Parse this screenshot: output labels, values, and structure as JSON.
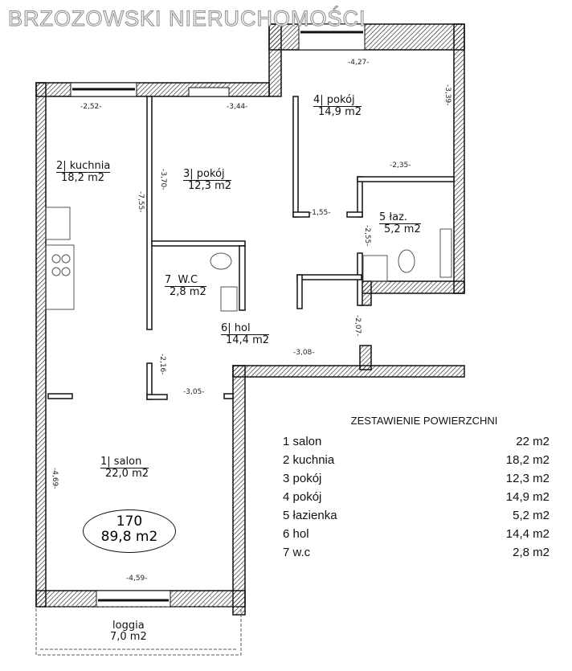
{
  "watermark": "BRZOZOWSKI NIERUCHOMOŚCI",
  "rooms": [
    {
      "num": "1",
      "name": "salon",
      "area": "22,0 m2"
    },
    {
      "num": "2",
      "name": "kuchnia",
      "area": "18,2 m2"
    },
    {
      "num": "3",
      "name": "pokój",
      "area": "12,3 m2"
    },
    {
      "num": "4",
      "name": "pokój",
      "area": "14,9 m2"
    },
    {
      "num": "5",
      "name": "łaz.",
      "area": "5,2 m2"
    },
    {
      "num": "6",
      "name": "hol",
      "area": "14,4 m2"
    },
    {
      "num": "7",
      "name": "W.C",
      "area": "2,8 m2"
    }
  ],
  "loggia": {
    "name": "loggia",
    "area": "7,0 m2"
  },
  "unit": {
    "number": "170",
    "area": "89,8 m2"
  },
  "dimensions": {
    "kuchnia_w": "-2,52-",
    "pokoj3_w": "-3,44-",
    "pokoj4_w": "-4,27-",
    "pokoj4_h": "-3,39-",
    "laz_w": "-2,35-",
    "hol_door": "-1,55-",
    "laz_h": "-2,55-",
    "kuchnia_h": "-7,55-",
    "pokoj3_h": "-3,70-",
    "hol_h": "-2,07-",
    "hol_w": "-3,08-",
    "salon_hol": "-2,16-",
    "salon_mid": "-3,05-",
    "salon_h": "-4,69-",
    "salon_w": "-4,59-"
  },
  "summary": {
    "title": "ZESTAWIENIE POWIERZCHNI",
    "rows": [
      {
        "label": "1 salon",
        "value": "22 m2"
      },
      {
        "label": "2 kuchnia",
        "value": "18,2 m2"
      },
      {
        "label": "3 pokój",
        "value": "12,3 m2"
      },
      {
        "label": "4 pokój",
        "value": "14,9 m2"
      },
      {
        "label": "5 łazienka",
        "value": "5,2 m2"
      },
      {
        "label": "6 hol",
        "value": "14,4 m2"
      },
      {
        "label": "7 w.c",
        "value": "2,8 m2"
      }
    ]
  }
}
